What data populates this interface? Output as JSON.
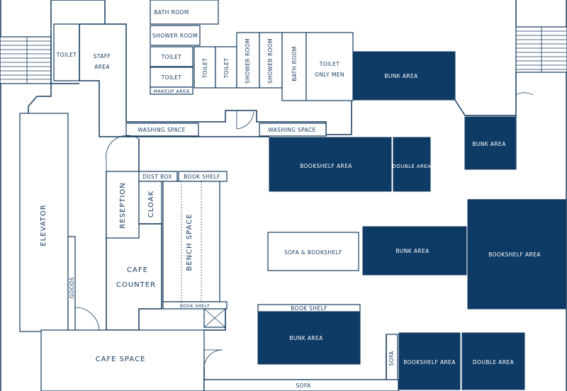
{
  "labels": {
    "toilet_staff": "TOILET",
    "staff_area": "STAFF\nAREA",
    "bath_room": "BATH ROOM",
    "shower_room_a": "SHOWER ROOM",
    "toilet_1": "TOILET",
    "toilet_2": "TOILET",
    "makeup_area": "MAKEUP AREA",
    "toilet_v1": "TOILET",
    "toilet_v2": "TOILET",
    "shower_room_v1": "SHOWER ROOM",
    "shower_room_v2": "SHOWER ROOM",
    "bath_room_v": "BATH ROOM",
    "toilet_only_men": "TOILET\nONLY MEN",
    "bunk_area_top": "BUNK AREA",
    "bunk_area_right": "BUNK AREA",
    "washing_space_1": "WASHING SPACE",
    "washing_space_2": "WASHING SPACE",
    "bookshelf_area_1": "BOOKSHELF AREA",
    "double_area_1": "DOUBLE AREA",
    "dust_box": "DUST BOX",
    "book_shelf_top": "BOOK SHELF",
    "elevator": "ELEVATOR",
    "reception": "RESEPTION",
    "cloak": "CLOAK",
    "bench_space": "BENCH SPACE",
    "cafe_counter": "CAFE\nCOUNTER",
    "goods": "GOODS",
    "book_shelf_small": "BOOK SHELF",
    "sofa_bookshelf": "SOFA & BOOKSHELF",
    "bunk_area_mid": "BUNK AREA",
    "bookshelf_area_right": "BOOKSHELF AREA",
    "book_shelf_mid": "BOOK SHELF",
    "bunk_area_low": "BUNK AREA",
    "cafe_space": "CAFE SPACE",
    "sofa_vertical": "SOFA",
    "bookshelf_area_bottom": "BOOKSHELF AREA",
    "double_area_bottom": "DOUBLE AREA",
    "sofa_bottom": "SOFA"
  }
}
